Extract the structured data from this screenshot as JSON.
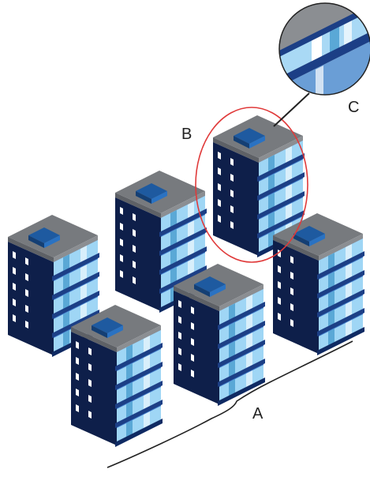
{
  "labels": {
    "a": "A",
    "b": "B",
    "c": "C"
  },
  "colors": {
    "roof_top": "#777a7e",
    "roof_front": "#5e6166",
    "roof_side": "#8b8e92",
    "roof_box": "#1e5aa0",
    "roof_box_side": "#143f74",
    "dark_face": "#0e1f4a",
    "window_white": "#ffffff",
    "glass_light": "#9fd6f5",
    "glass_mid": "#5aa8d6",
    "slab": "#1c3f86",
    "slab_shadow": "#0f2a63",
    "highlight_circle": "#e03a3a",
    "lines": "#222222"
  },
  "icons": {
    "building": "apartment-building-icon",
    "zoom": "magnifier-detail-icon"
  }
}
